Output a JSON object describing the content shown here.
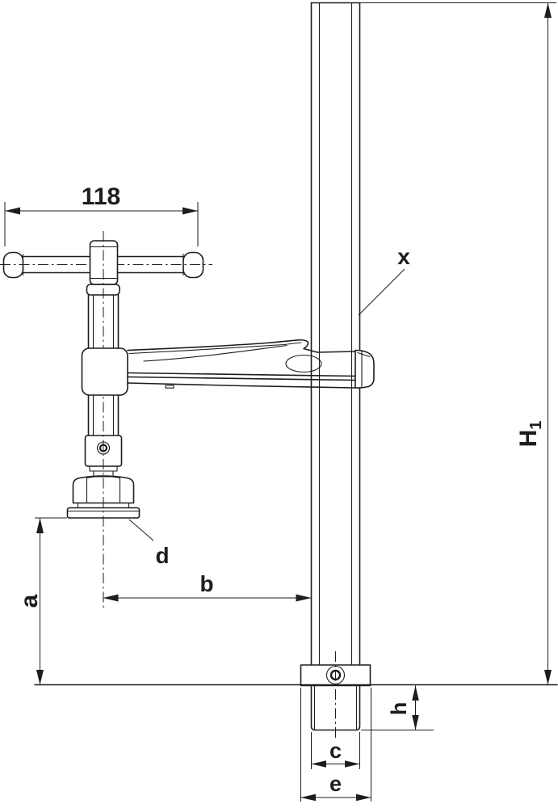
{
  "colors": {
    "line": "#1d1d1b",
    "background": "#ffffff"
  },
  "labels": {
    "handle_length": "118",
    "rail_marker": "x",
    "total_height_main": "H",
    "total_height_sub": "1",
    "clearance_a": "a",
    "reach_b": "b",
    "pin_diameter_c": "c",
    "pressure_pad_d": "d",
    "foot_width_e": "e",
    "pin_length_h": "h"
  }
}
